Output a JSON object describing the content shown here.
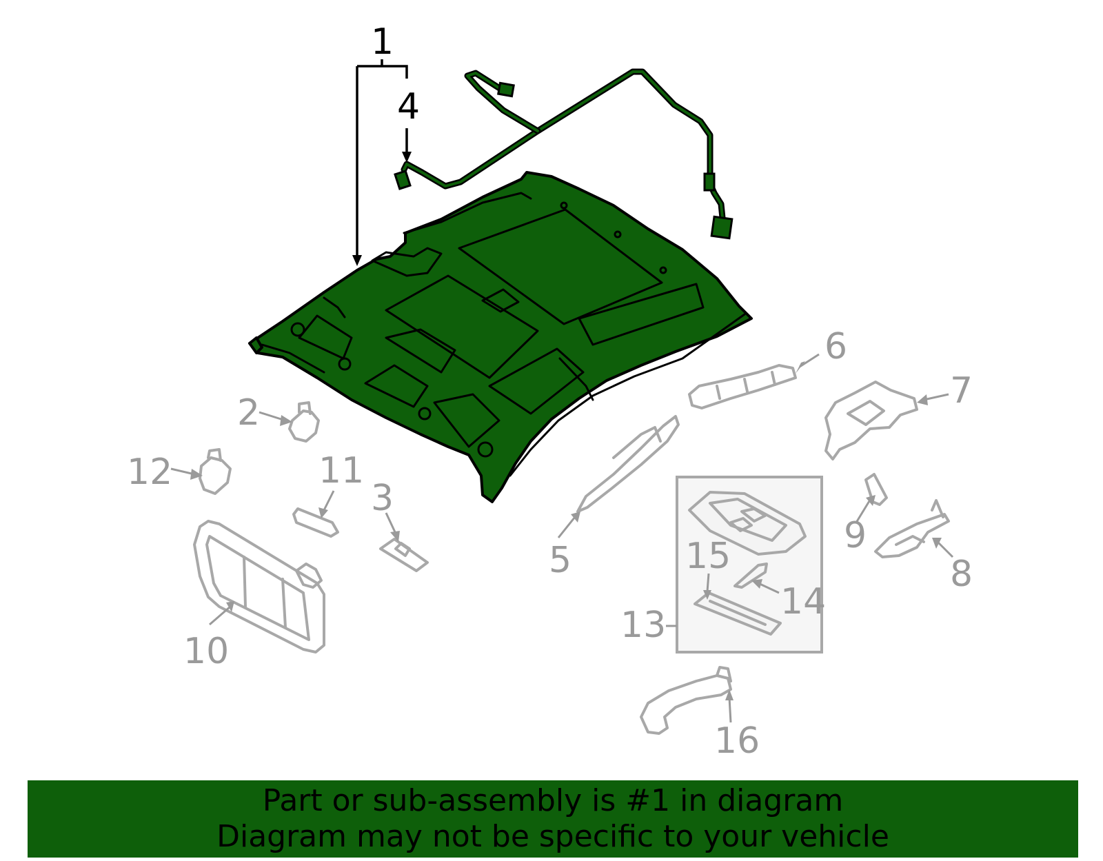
{
  "colors": {
    "highlight": "#0e5f0a",
    "dimmed": "#9a9a9a",
    "outline": "#000000"
  },
  "callouts": [
    {
      "id": "1",
      "label": "1",
      "highlighted": true
    },
    {
      "id": "4",
      "label": "4",
      "highlighted": true
    },
    {
      "id": "2",
      "label": "2",
      "highlighted": false
    },
    {
      "id": "3",
      "label": "3",
      "highlighted": false
    },
    {
      "id": "5",
      "label": "5",
      "highlighted": false
    },
    {
      "id": "6",
      "label": "6",
      "highlighted": false
    },
    {
      "id": "7",
      "label": "7",
      "highlighted": false
    },
    {
      "id": "8",
      "label": "8",
      "highlighted": false
    },
    {
      "id": "9",
      "label": "9",
      "highlighted": false
    },
    {
      "id": "10",
      "label": "10",
      "highlighted": false
    },
    {
      "id": "11",
      "label": "11",
      "highlighted": false
    },
    {
      "id": "12",
      "label": "12",
      "highlighted": false
    },
    {
      "id": "13",
      "label": "13",
      "highlighted": false
    },
    {
      "id": "14",
      "label": "14",
      "highlighted": false
    },
    {
      "id": "15",
      "label": "15",
      "highlighted": false
    },
    {
      "id": "16",
      "label": "16",
      "highlighted": false
    }
  ],
  "banner": {
    "line1": "Part or sub-assembly is #1 in diagram",
    "line2": "Diagram may not be specific to your vehicle"
  }
}
